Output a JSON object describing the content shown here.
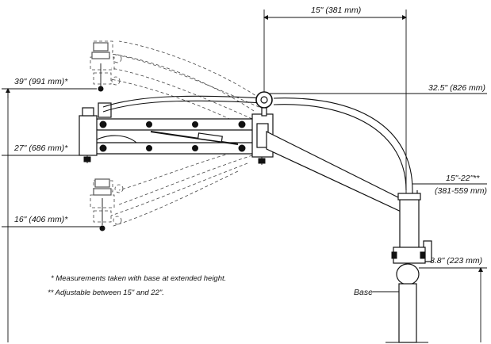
{
  "dimensions": {
    "top_width": "15\" (381 mm)",
    "reach": "32.5\" (826 mm)",
    "height_39": "39\" (991 mm)*",
    "height_27": "27\" (686 mm)*",
    "height_16": "16\" (406 mm)*",
    "offset_top": "15\"-22\"**",
    "offset_bottom": "(381-559 mm)",
    "base_height": "8.8\" (223 mm)"
  },
  "labels": {
    "base": "Base"
  },
  "notes": {
    "note1": "* Measurements taken with base at extended height.",
    "note2": "** Adjustable between 15\" and 22\"."
  }
}
